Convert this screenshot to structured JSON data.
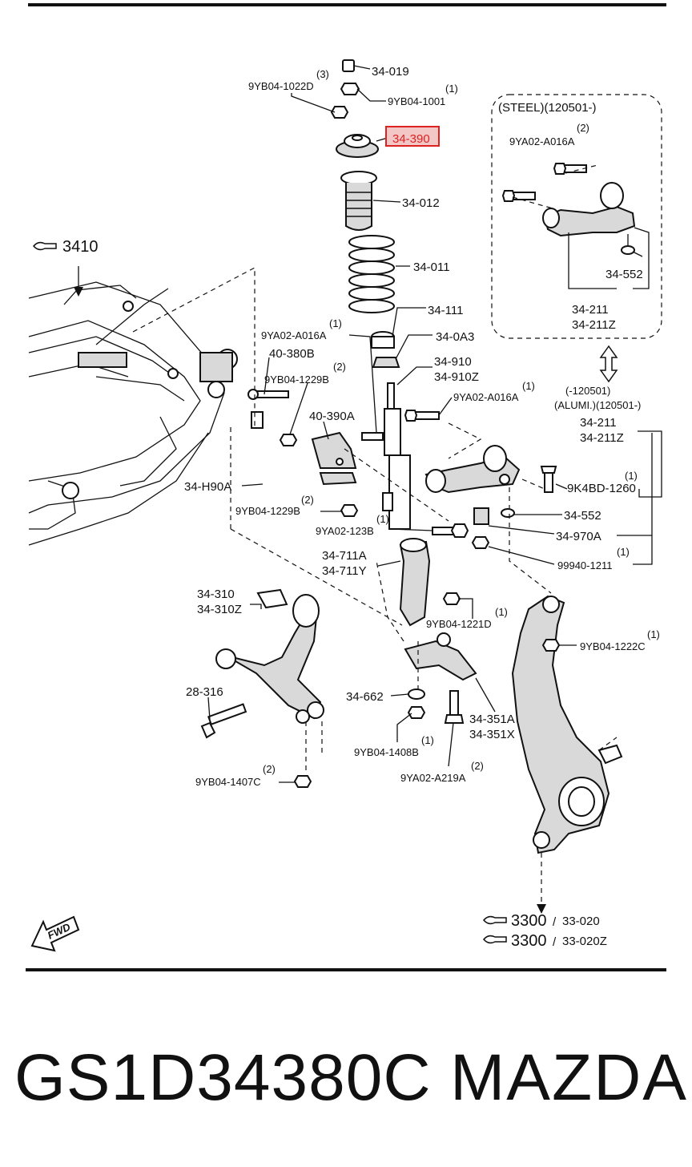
{
  "callouts": {
    "c34019": "34-019",
    "c9yb041022d": "9YB04-1022D",
    "c9yb041022d_qty": "(3)",
    "c9yb041001": "9YB04-1001",
    "c9yb041001_qty": "(1)",
    "c34390": "34-390",
    "c34012": "34-012",
    "c34011": "34-011",
    "c34111": "34-111",
    "c340a3": "34-0A3",
    "c9ya02a016a_top": "9YA02-A016A",
    "c9ya02a016a_top_qty": "(1)",
    "c40380b": "40-380B",
    "c9yb041229b_top": "9YB04-1229B",
    "c9yb041229b_top_qty": "(2)",
    "c34910": "34-910",
    "c34910z": "34-910Z",
    "c9ya02a016a_mid": "9YA02-A016A",
    "c9ya02a016a_mid_qty": "(1)",
    "c40390a": "40-390A",
    "c34h90a": "34-H90A",
    "c9yb041229b_bot": "9YB04-1229B",
    "c9yb041229b_bot_qty": "(2)",
    "c9ya02123b": "9YA02-123B",
    "c9ya02123b_qty": "(1)",
    "c3410": "3410",
    "steel_title": "(STEEL)(120501-)",
    "c9ya02a016a_steel": "9YA02-A016A",
    "c9ya02a016a_steel_qty": "(2)",
    "c34552_steel": "34-552",
    "c34211_steel": "34-211",
    "c34211z_steel": "34-211Z",
    "range_120501": "(-120501)",
    "alumi_title": "(ALUMI.)(120501-)",
    "c34211": "34-211",
    "c34211z": "34-211Z",
    "c9k4bd1260": "9K4BD-1260",
    "c9k4bd1260_qty": "(1)",
    "c34552": "34-552",
    "c34970a": "34-970A",
    "c999401211": "99940-1211",
    "c999401211_qty": "(1)",
    "c34711a": "34-711A",
    "c34711y": "34-711Y",
    "c9yb041221d": "9YB04-1221D",
    "c9yb041221d_qty": "(1)",
    "c9yb041222c": "9YB04-1222C",
    "c9yb041222c_qty": "(1)",
    "c34310": "34-310",
    "c34310z": "34-310Z",
    "c28316": "28-316",
    "c34662": "34-662",
    "c34351a": "34-351A",
    "c34351x": "34-351X",
    "c9yb041408b": "9YB04-1408B",
    "c9yb041408b_qty": "(1)",
    "c9ya02a219a": "9YA02-A219A",
    "c9ya02a219a_qty": "(2)",
    "c9yb041407c": "9YB04-1407C",
    "c9yb041407c_qty": "(2)",
    "ref3300_a": "3300",
    "ref33020": "33-020",
    "ref3300_b": "3300",
    "ref33020z": "33-020Z",
    "slash": "/",
    "fwd": "FWD"
  },
  "highlight_color": "#d22222",
  "footer": {
    "part_number": "GS1D34380C",
    "brand": "MAZDA"
  }
}
